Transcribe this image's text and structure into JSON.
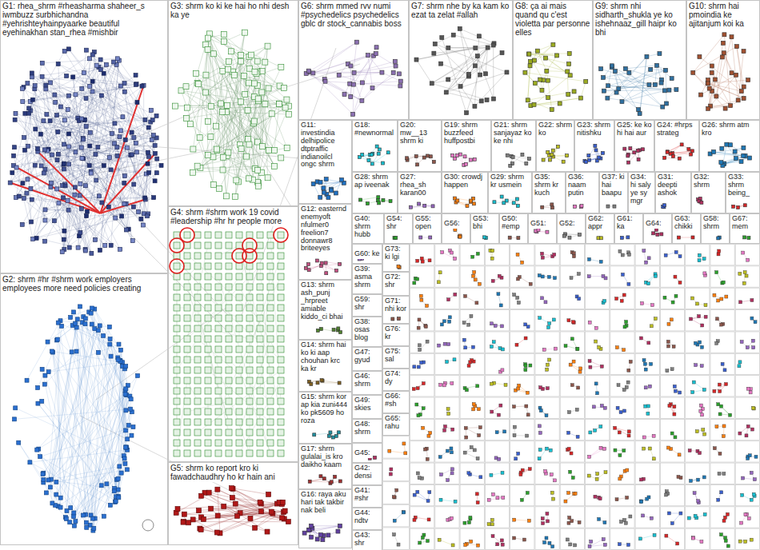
{
  "diagram": {
    "nodes": [
      {
        "text": [
          "G1: rhea_shrm #rheasharma shaheer_s iwmbuzz surbhichandna #yehrishteyhainpyaarke beautiful eyehinakhan stan_rhea #mishbir"
        ]
      },
      {
        "text": [
          "G2: shrm #hr #shrm work employers employees more need policies creating"
        ]
      },
      {
        "text": [
          "G3: shrm ko ki ke hai ho nhi desh ka ye"
        ]
      },
      {
        "text": [
          "G4: shrm #shrm work 19 covid #leadership #hr hr people more"
        ]
      },
      {
        "text": [
          "G5: shrm ko report kro ki fawadchaudhry ho kr hain ani"
        ]
      },
      {
        "text": [
          "G6: shrm mmed rvv numi #psychedelics psychedelics gblc dr stock_cannabis boss"
        ]
      },
      {
        "text": [
          "G7: shrm nhe by ka kam ko ezat ta zelat #allah"
        ]
      },
      {
        "text": [
          "G8: ça ai mais quand qu c'est violetta par personne elles"
        ]
      },
      {
        "text": [
          "G9: shrm nhi sidharth_shukla ye ko ishehnaaz_gill haipr ko bhi"
        ]
      },
      {
        "text": [
          "G10: shrm hai pmoindia ke ajitanjum koi ka"
        ]
      },
      {
        "text": [
          "G11: investindia delhipolice dtptraffic indianoilcl ongc shrm"
        ]
      },
      {
        "text": [
          "G12: easternd enemyoft nfulmer0 freelion7 donnawr8 briteeyes"
        ]
      },
      {
        "text": [
          "G13: shrm ash_punj _hrpreet amiable kiddo_ci bhai"
        ]
      },
      {
        "text": [
          "G14: shrm hai ko ki aap chouhan krc ka kr"
        ]
      },
      {
        "text": [
          "G15: shrm kor ap kia zuni444 ko pk5609 ho roza"
        ]
      },
      {
        "text": [
          "G17: shrm gulalai_is kro daikho kaam"
        ]
      },
      {
        "text": [
          "G16: raya aku hari tak takbir nak beli"
        ]
      },
      {
        "text": [
          "G18: #newnormal"
        ]
      },
      {
        "text": [
          "G20: mw__13 shrm ki"
        ]
      },
      {
        "text": [
          "G19: shrm buzzfeed huffpostbi"
        ]
      },
      {
        "text": [
          "G21: shrm sanjayaz ko ke nhi"
        ]
      },
      {
        "text": [
          "G22: shrm ko"
        ]
      },
      {
        "text": [
          "G23: shrm nitishku"
        ]
      },
      {
        "text": [
          "G25: ke ko hi hai aur"
        ]
      },
      {
        "text": [
          "G24: #hrps strateg"
        ]
      },
      {
        "text": [
          "G26: shrm atm kro"
        ]
      },
      {
        "text": [
          "G28: shrm ap iveenak"
        ]
      },
      {
        "text": [
          "G27: rhea_sh karan00"
        ]
      },
      {
        "text": [
          "G30: crowdj happen"
        ]
      },
      {
        "text": [
          "G29: shrm kr usmein"
        ]
      },
      {
        "text": [
          "G35: shrm kr kuch"
        ]
      },
      {
        "text": [
          "G36: naam putin"
        ]
      },
      {
        "text": [
          "G37: ki hai baapu"
        ]
      },
      {
        "text": [
          "G34: hi saly ye sy mgr"
        ]
      },
      {
        "text": [
          "G31: deepti ashok"
        ]
      },
      {
        "text": [
          "G32: shrm"
        ]
      },
      {
        "text": [
          "G33: shrm being_"
        ]
      },
      {
        "text": [
          "G40: shrm hubb"
        ]
      },
      {
        "text": [
          "G54: shr"
        ]
      },
      {
        "text": [
          "G55: open"
        ]
      },
      {
        "text": [
          "G56:"
        ]
      },
      {
        "text": [
          "G53: bhi"
        ]
      },
      {
        "text": [
          "G50: #emp"
        ]
      },
      {
        "text": [
          "G51:"
        ]
      },
      {
        "text": [
          "G52:"
        ]
      },
      {
        "text": [
          "G62: appr"
        ]
      },
      {
        "text": [
          "G61: ka"
        ]
      },
      {
        "text": [
          "G64:"
        ]
      },
      {
        "text": [
          "G63: chikki"
        ]
      },
      {
        "text": [
          "G58: shrm"
        ]
      },
      {
        "text": [
          "G67: mem"
        ]
      },
      {
        "text": [
          "G60: ke"
        ]
      },
      {
        "text": [
          "G39: asma shrm"
        ]
      },
      {
        "text": [
          "G59: shr"
        ]
      },
      {
        "text": [
          "G38: osas blog"
        ]
      },
      {
        "text": [
          "G47: gyud"
        ]
      },
      {
        "text": [
          "G46: shrm"
        ]
      },
      {
        "text": [
          "G49: skies"
        ]
      },
      {
        "text": [
          "G48: shrm"
        ]
      },
      {
        "text": [
          "G45:"
        ]
      },
      {
        "text": [
          "G42: densi"
        ]
      },
      {
        "text": [
          "G41: #shr"
        ]
      },
      {
        "text": [
          "G44: ndtv"
        ]
      },
      {
        "text": [
          "G43: shr"
        ]
      },
      {
        "text": [
          "G73: ki lgi"
        ]
      },
      {
        "text": [
          "G72: shr"
        ]
      },
      {
        "text": [
          "G71: nhi kor"
        ]
      },
      {
        "text": [
          "G76: kr"
        ]
      },
      {
        "text": [
          "G75: sal"
        ]
      },
      {
        "text": [
          "G74: dy"
        ]
      },
      {
        "text": [
          "G66: #sh"
        ]
      },
      {
        "text": [
          "G65: rahu"
        ]
      }
    ]
  }
}
